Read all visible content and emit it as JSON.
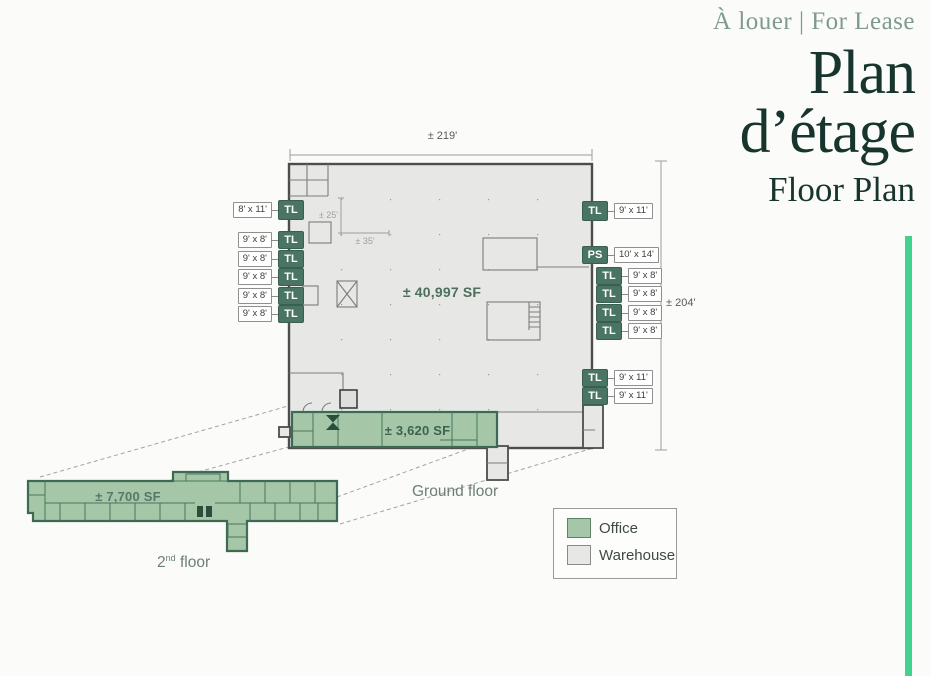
{
  "colors": {
    "accent": "#3fd38e",
    "title": "#17352d",
    "tagline": "#7e9a91",
    "dock-badge": "#4a7463",
    "office-fill": "#a5c7a7",
    "office-stroke": "#3c6a52",
    "warehouse-fill": "#e7e7e5",
    "wall": "#4d4d4d"
  },
  "header": {
    "tagline": "À louer | For Lease",
    "title_line1": "Plan",
    "title_line2": "d’étage",
    "subtitle": "Floor Plan"
  },
  "plan": {
    "dim_width": "± 219'",
    "dim_height": "± 204'",
    "dim_bay_depth": "± 25'",
    "dim_bay_width": "± 35'",
    "warehouse_area": "± 40,997 SF",
    "office_area": "± 3,620 SF",
    "second_floor_area": "± 7,700 SF",
    "ground_floor_label": "Ground floor",
    "second_floor_label": {
      "num": "2",
      "sup": "nd",
      "rest": " floor"
    }
  },
  "docks": {
    "left": [
      {
        "type": "TL",
        "size": "8' x 11'"
      },
      {
        "type": "TL",
        "size": "9' x 8'"
      },
      {
        "type": "TL",
        "size": "9' x 8'"
      },
      {
        "type": "TL",
        "size": "9' x 8'"
      },
      {
        "type": "TL",
        "size": "9' x 8'"
      },
      {
        "type": "TL",
        "size": "9' x 8'"
      }
    ],
    "right": [
      {
        "type": "TL",
        "size": "9' x 11'"
      },
      {
        "type": "PS",
        "size": "10' x 14'"
      },
      {
        "type": "TL",
        "size": "9' x 8'"
      },
      {
        "type": "TL",
        "size": "9' x 8'"
      },
      {
        "type": "TL",
        "size": "9' x 8'"
      },
      {
        "type": "TL",
        "size": "9' x 8'"
      },
      {
        "type": "TL",
        "size": "9' x 11'"
      },
      {
        "type": "TL",
        "size": "9' x 11'"
      }
    ]
  },
  "legend": {
    "office": "Office",
    "warehouse": "Warehouse"
  }
}
